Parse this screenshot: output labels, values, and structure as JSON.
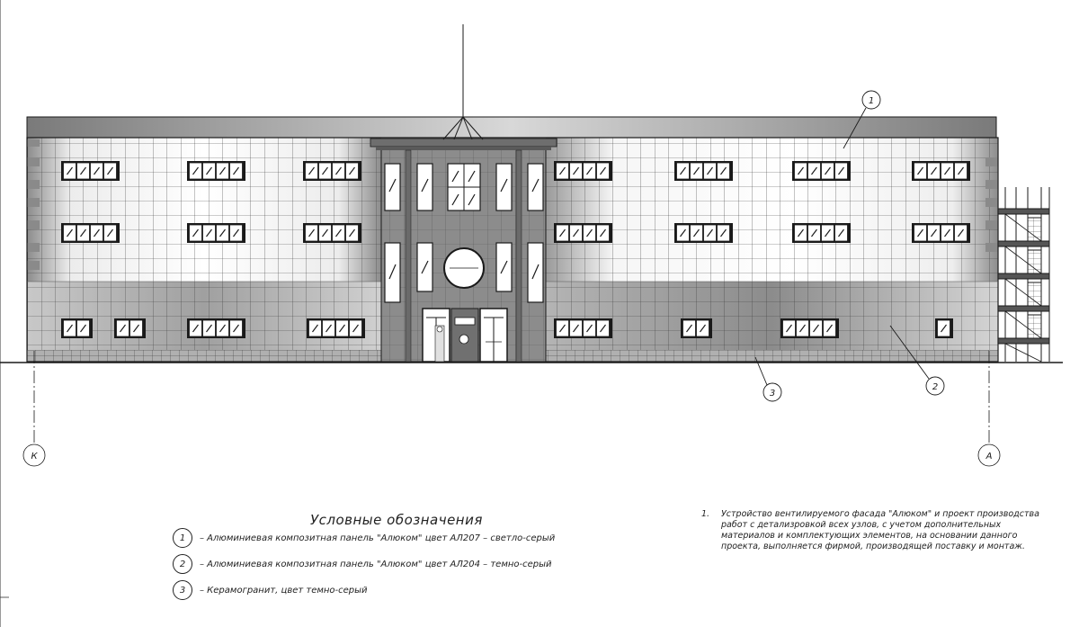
{
  "colors": {
    "line": "#1a1a1a",
    "panel_light": "#f4f4f4",
    "panel_dark": "#9a9a9a",
    "ceramic": "#8a8a8a",
    "tower": "#8c8c8c",
    "roof": "#b8b8b8"
  },
  "drawing": {
    "callouts": [
      "1",
      "2",
      "3"
    ],
    "axes": [
      "К",
      "А"
    ]
  },
  "legend": {
    "title": "Условные обозначения",
    "items": [
      {
        "num": "1",
        "text": "– Алюминиевая композитная панель \"Алюком\" цвет АЛ207 – светло-серый"
      },
      {
        "num": "2",
        "text": "– Алюминиевая композитная панель \"Алюком\" цвет АЛ204 – темно-серый"
      },
      {
        "num": "3",
        "text": "– Керамогранит, цвет темно-серый"
      }
    ]
  },
  "notes": [
    {
      "num": "1.",
      "text": "Устройство вентилируемого фасада \"Алюком\" и проект производства\nработ с детализровкой всех узлов, с учетом дополнительных\nматериалов и комплектующих элементов, на основании данного\nпроекта, выполняется фирмой, производящей поставку и монтаж."
    }
  ]
}
